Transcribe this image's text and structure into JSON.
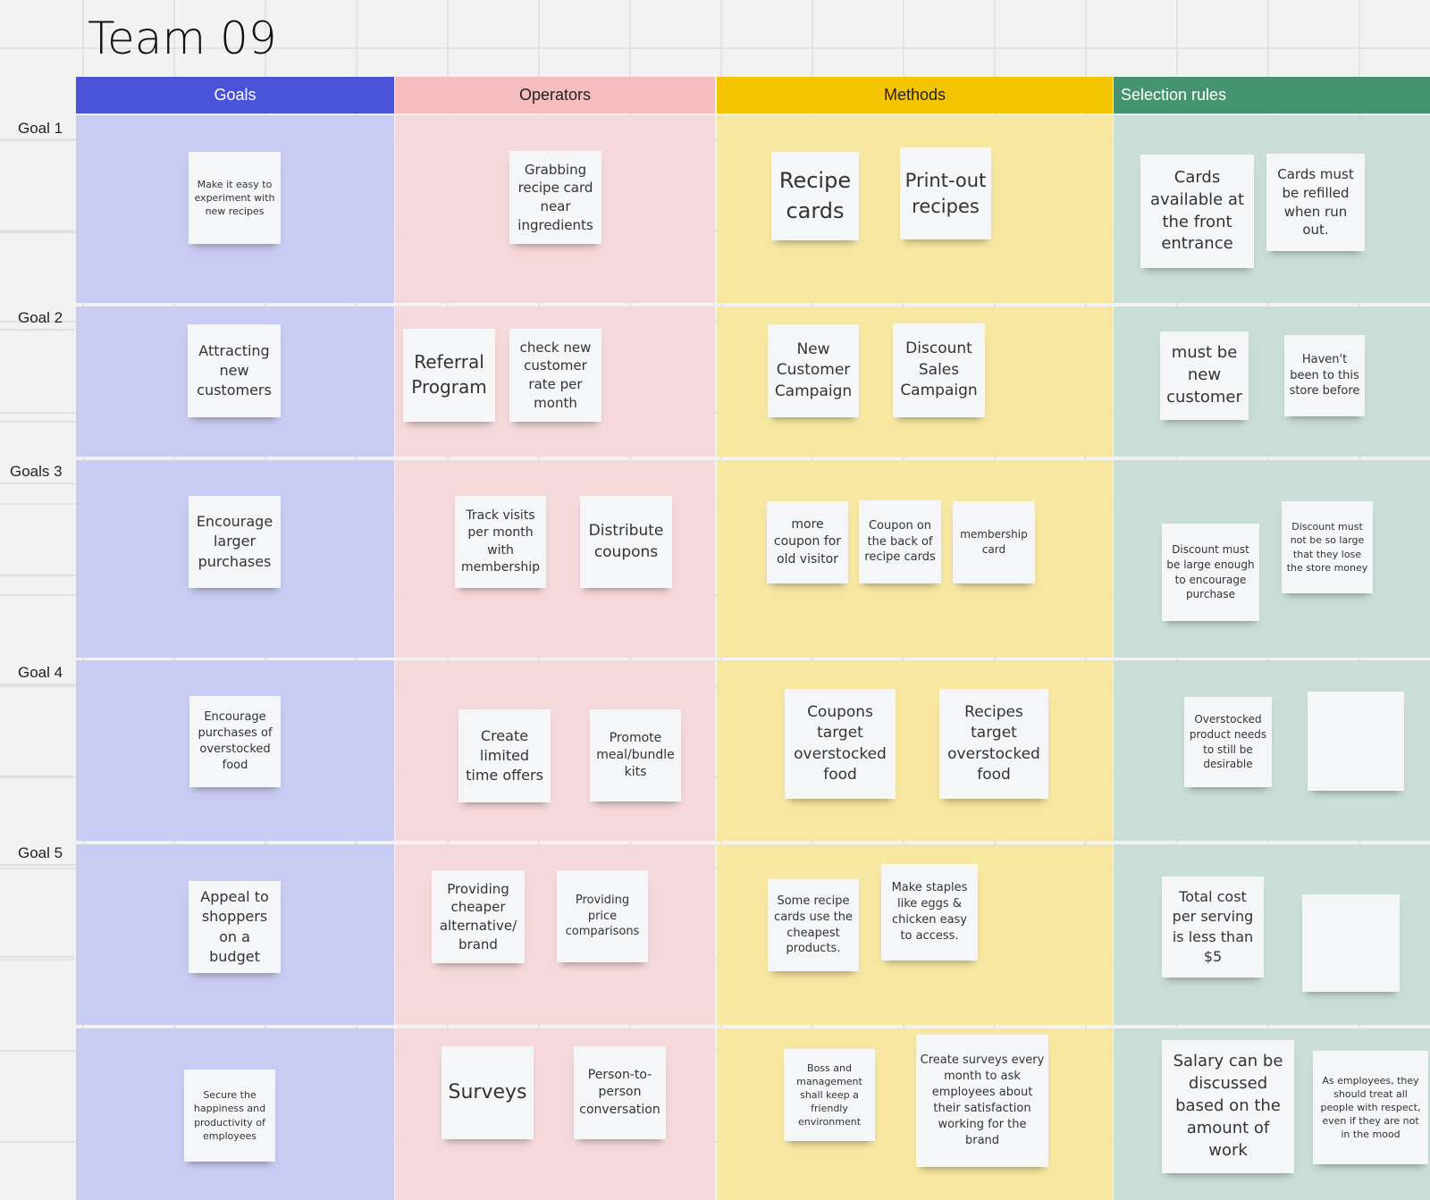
{
  "title": "Team 09",
  "columns": [
    {
      "label": "Goals",
      "header_color": "#4a52d8",
      "body_color": "#c8cbf2",
      "text_color": "#ffffff"
    },
    {
      "label": "Operators",
      "header_color": "#f5bdbd",
      "body_color": "#f5d8d9",
      "text_color": "#222222"
    },
    {
      "label": "Methods",
      "header_color": "#f5c400",
      "body_color": "#f7e7a1",
      "text_color": "#222222"
    },
    {
      "label": "Selection rules",
      "header_color": "#45946f",
      "body_color": "#c9ded7",
      "text_color": "#ffffff"
    }
  ],
  "row_labels": [
    "Goal 1",
    "Goal 2",
    "Goals 3",
    "Goal 4",
    "Goal 5"
  ],
  "rows": [
    {
      "goals": [
        "Make it easy to experiment with new recipes"
      ],
      "operators": [
        "Grabbing recipe card near ingredients"
      ],
      "methods": [
        "Recipe cards",
        "Print-out recipes"
      ],
      "selection_rules": [
        "Cards available at the front entrance",
        "Cards must be refilled when run out."
      ]
    },
    {
      "goals": [
        "Attracting new customers"
      ],
      "operators": [
        "Referral Program",
        "check new customer rate per month"
      ],
      "methods": [
        "New Customer Campaign",
        "Discount Sales Campaign"
      ],
      "selection_rules": [
        "must be new customer",
        "Haven't been to this store before"
      ]
    },
    {
      "goals": [
        "Encourage larger purchases"
      ],
      "operators": [
        "Track visits per month with membership",
        "Distribute coupons"
      ],
      "methods": [
        "more coupon for old visitor",
        "Coupon on the back of recipe cards",
        "membership card"
      ],
      "selection_rules": [
        "Discount must be large enough to encourage purchase",
        "Discount must not be so large that they lose the store money"
      ]
    },
    {
      "goals": [
        "Encourage purchases of overstocked food"
      ],
      "operators": [
        "Create limited time offers",
        "Promote meal/bundle kits"
      ],
      "methods": [
        "Coupons target overstocked food",
        "Recipes target overstocked food"
      ],
      "selection_rules": [
        "Overstocked product needs to still be desirable",
        ""
      ]
    },
    {
      "goals": [
        "Appeal to shoppers on a budget"
      ],
      "operators": [
        "Providing cheaper alternative/ brand",
        "Providing price comparisons"
      ],
      "methods": [
        "Some recipe cards use the cheapest products.",
        "Make staples like eggs & chicken easy to access."
      ],
      "selection_rules": [
        "Total cost per serving is less than $5",
        ""
      ]
    },
    {
      "goals": [
        "Secure the happiness and productivity of employees"
      ],
      "operators": [
        "Surveys",
        "Person-to-person conversation"
      ],
      "methods": [
        "Boss and management shall keep a friendly environment",
        "Create surveys every month to ask employees about their satisfaction working for the brand"
      ],
      "selection_rules": [
        "Salary can be discussed based on the amount of work",
        "As employees, they should treat all people with respect, even if they are not in the mood"
      ]
    }
  ]
}
